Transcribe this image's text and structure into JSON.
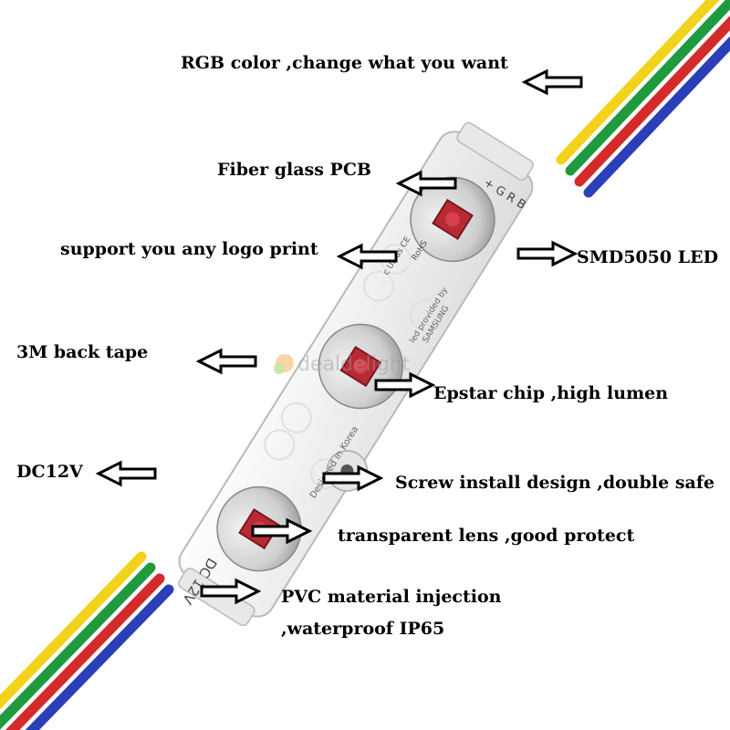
{
  "labels": {
    "rgb_color": "RGB color ,change what you want",
    "fiber_glass": "Fiber glass PCB",
    "logo_print": "support you any logo print",
    "smd_led": "SMD5050 LED",
    "back_tape": "3M back tape",
    "epstar": "Epstar chip ,high lumen",
    "dc12v": "DC12V",
    "screw": "Screw install design ,double safe",
    "lens": "transparent lens ,good protect",
    "pvc_line1": "PVC material injection",
    "pvc_line2": ",waterproof IP65"
  },
  "module_print": {
    "pins": "+ G R B",
    "rohs": "RoHS",
    "led_provided": "led provided by",
    "samsung": "SAMSUNG",
    "designed_in": "Designed in Korea",
    "dc_rating": "DC 12V",
    "cert_marks": "c UL us CE"
  },
  "watermark": "dealdelight",
  "colors": {
    "wire_yellow": "#f2d21b",
    "wire_green": "#1f9a3f",
    "wire_red": "#d42a2a",
    "wire_blue": "#2a3fb8",
    "module_body": "#f3f3f1",
    "led_red": "#c8303a",
    "lens": "#dcdcdc"
  },
  "icons": [
    "arrow-left-icon",
    "arrow-right-icon",
    "watermark-logo-icon"
  ]
}
